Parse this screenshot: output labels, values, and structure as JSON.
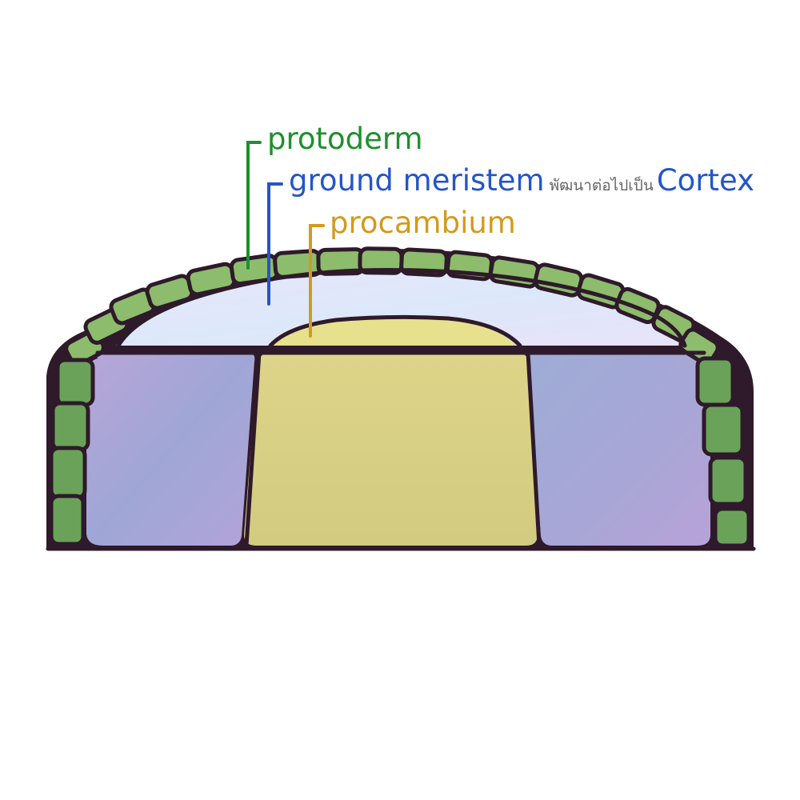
{
  "labels": {
    "protoderm": "protoderm",
    "ground_meristem": "ground meristem",
    "ground_meristem_note": "พัฒนาต่อไปเป็น",
    "cortex": "Cortex",
    "procambium": "procambium"
  },
  "colors": {
    "protoderm": "#1e8f2e",
    "ground_meristem": "#2455c9",
    "procambium": "#d49a1c",
    "outline": "#2e1a2a",
    "protoderm_cell": "#8ab86a",
    "protoderm_cell_dark": "#5e9a52",
    "ground_upper": "#dfe6fb",
    "ground_lower": "#a8a8d6",
    "procambium_fill": "#d8d07e",
    "procambium_top": "#e6df8c"
  }
}
